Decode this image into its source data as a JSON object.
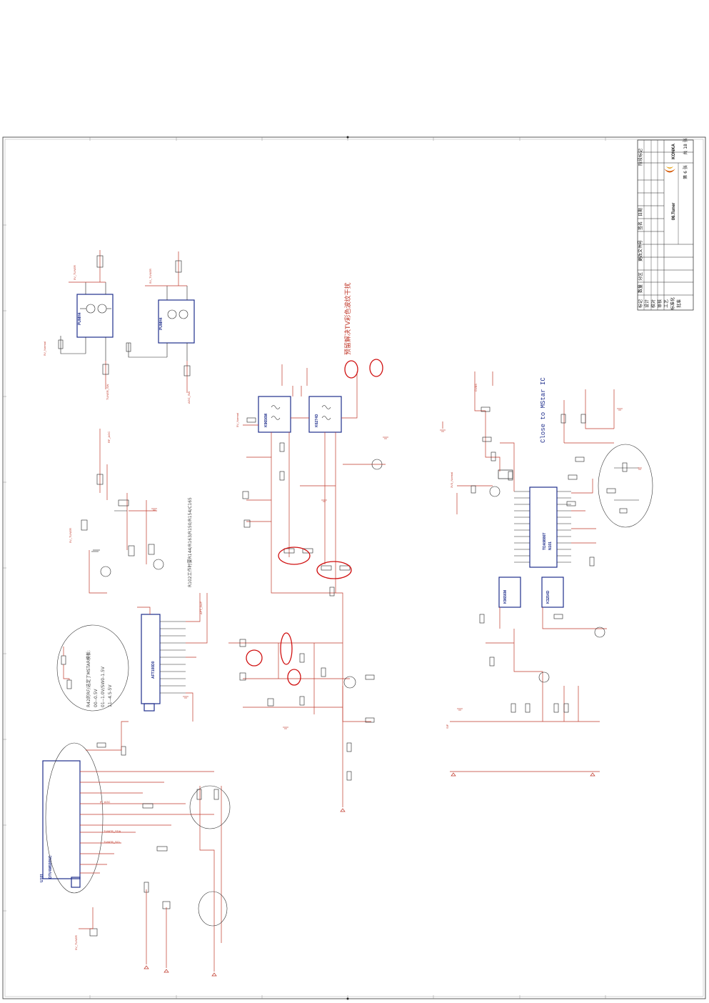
{
  "title_block": {
    "company": "KONKA",
    "drawing_title": "06.Tuner",
    "header_cells": [
      "标记",
      "数量",
      "分区",
      "更改文件号",
      "签名",
      "日期"
    ],
    "sheet": "第 6 张",
    "total": "共 18 张",
    "left_labels": [
      "设计",
      "校对",
      "审核",
      "工艺",
      "标准化",
      "批准"
    ],
    "grade": "阶段标记"
  },
  "components": {
    "tuner": "DTV4M500NC",
    "tuner_ref": "U101",
    "aft_ic": "AFT100D0",
    "saw_filters": [
      "K9656M",
      "K6274D"
    ],
    "ic_main": "TDA9886T",
    "ic_main_ref": "N101",
    "pumh": [
      "PUMH4",
      "PUMH4"
    ],
    "sub_saw": [
      "K9656M",
      "K3254D"
    ]
  },
  "net_labels": {
    "power": [
      "5V_TUNER",
      "5V_TUNER",
      "5V_Normal",
      "5V_Normal",
      "3V3_Normal",
      "5V_TUNER",
      "5V_TUNER"
    ],
    "signals": [
      "TUNER_SCL",
      "TUNER_SDA",
      "RF_AGC",
      "IF_AGC",
      "SIF",
      "CVBS",
      "AFT_OUT",
      "TUNER_SW",
      "AGC_SW"
    ]
  },
  "annotations": {
    "note_cn": "预留解决TV彩色波纹干扰",
    "close_to": "Close to MStar IC",
    "remark_line": "R102工作时要R144/R163/R150/R154/C165",
    "bubble_lines": [
      "R42的RF/选定了MSTAR模板:",
      "00--0.5V",
      "01--1.0V/SW0-1.5V",
      "11--4.5-5V"
    ]
  }
}
